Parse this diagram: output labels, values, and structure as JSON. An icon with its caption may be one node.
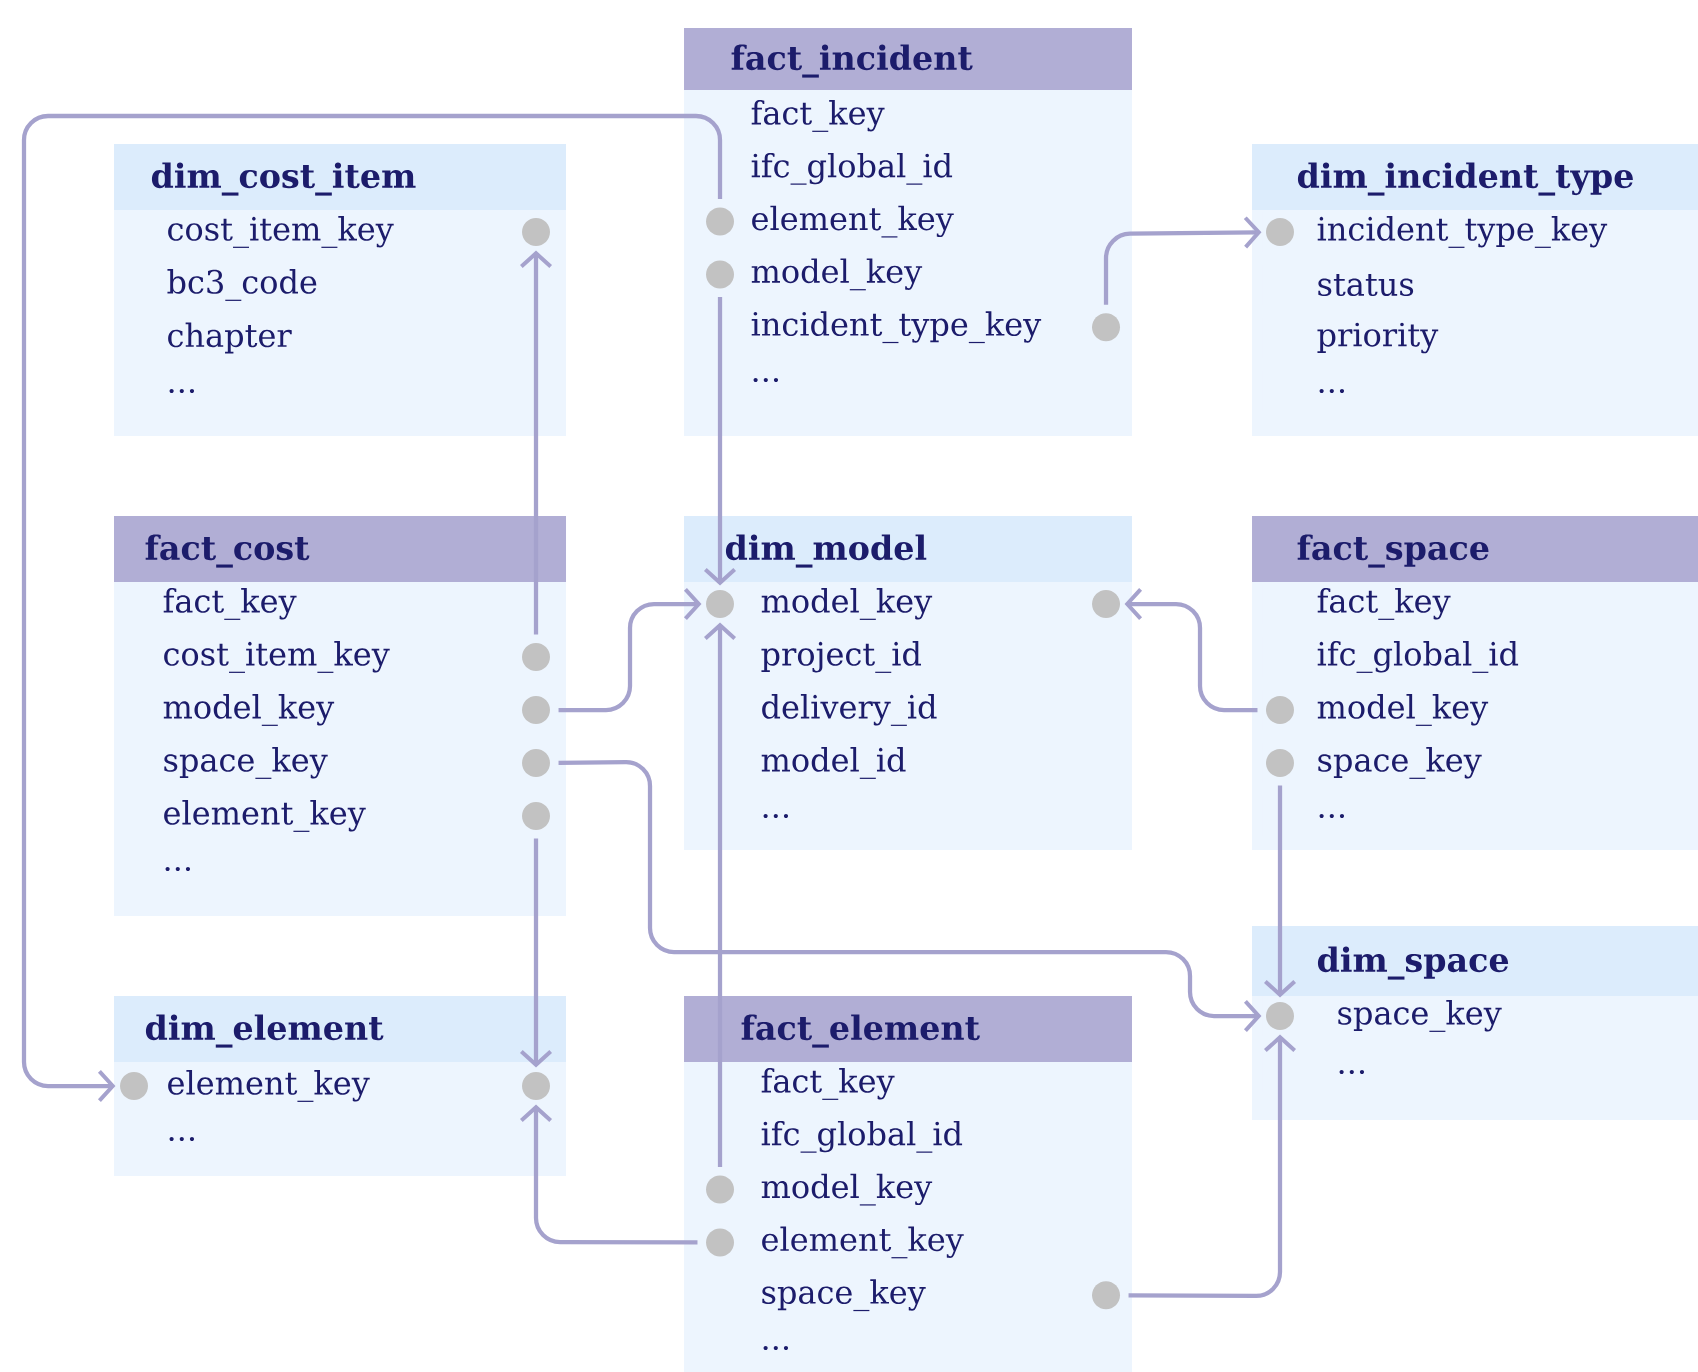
{
  "diagram": {
    "nodes": [
      {
        "text": [
          "fact_incident"
        ]
      },
      {
        "text": [
          "fact_key"
        ],
        "in": 0
      },
      {
        "text": [
          "ifc_global_id"
        ],
        "in": 0
      },
      {
        "text": [
          "element_key"
        ],
        "in": 0
      },
      {
        "text": [
          "model_key"
        ],
        "in": 0
      },
      {
        "text": [
          "incident_type_key"
        ],
        "in": 0
      },
      {
        "text": [
          "..."
        ],
        "in": 0
      },
      {
        "text": [
          "dim_cost_item"
        ]
      },
      {
        "text": [
          "cost_item_key"
        ],
        "in": 7
      },
      {
        "text": [
          "bc3_code"
        ],
        "in": 7
      },
      {
        "text": [
          "chapter"
        ],
        "in": 7
      },
      {
        "text": [
          "..."
        ],
        "in": 7
      },
      {
        "text": [
          "dim_incident_type"
        ]
      },
      {
        "text": [
          "incident_type_key"
        ],
        "in": 12
      },
      {
        "text": [
          "status"
        ],
        "in": 12
      },
      {
        "text": [
          "priority"
        ],
        "in": 12
      },
      {
        "text": [
          "..."
        ],
        "in": 12
      },
      {
        "text": [
          "fact_cost"
        ]
      },
      {
        "text": [
          "fact_key"
        ],
        "in": 17
      },
      {
        "text": [
          "cost_item_key"
        ],
        "in": 17
      },
      {
        "text": [
          "model_key"
        ],
        "in": 17
      },
      {
        "text": [
          "space_key"
        ],
        "in": 17
      },
      {
        "text": [
          "element_key"
        ],
        "in": 17
      },
      {
        "text": [
          "..."
        ],
        "in": 17
      },
      {
        "text": [
          "dim_model"
        ]
      },
      {
        "text": [
          "model_key"
        ],
        "in": 24
      },
      {
        "text": [
          "project_id"
        ],
        "in": 24
      },
      {
        "text": [
          "delivery_id"
        ],
        "in": 24
      },
      {
        "text": [
          "model_id"
        ],
        "in": 24
      },
      {
        "text": [
          "..."
        ],
        "in": 24
      },
      {
        "text": [
          "fact_space"
        ]
      },
      {
        "text": [
          "fact_key"
        ],
        "in": 30
      },
      {
        "text": [
          "ifc_global_id"
        ],
        "in": 30
      },
      {
        "text": [
          "model_key"
        ],
        "in": 30
      },
      {
        "text": [
          "space_key"
        ],
        "in": 30
      },
      {
        "text": [
          "..."
        ],
        "in": 30
      },
      {
        "text": [
          "dim_space"
        ]
      },
      {
        "text": [
          "space_key"
        ],
        "in": 36
      },
      {
        "text": [
          "..."
        ],
        "in": 36
      },
      {
        "text": [
          "dim_element"
        ]
      },
      {
        "text": [
          "element_key"
        ],
        "in": 39
      },
      {
        "text": [
          "..."
        ],
        "in": 39
      },
      {
        "text": [
          "fact_element"
        ]
      },
      {
        "text": [
          "fact_key"
        ],
        "in": 42
      },
      {
        "text": [
          "ifc_global_id"
        ],
        "in": 42
      },
      {
        "text": [
          "model_key"
        ],
        "in": 42
      },
      {
        "text": [
          "element_key"
        ],
        "in": 42
      },
      {
        "text": [
          "space_key"
        ],
        "in": 42
      },
      {
        "text": [
          "..."
        ],
        "in": 42
      },
      {
        "text": [],
        "shape": "circle",
        "in": 3
      },
      {
        "text": [],
        "shape": "circle",
        "in": 4
      },
      {
        "text": [],
        "shape": "circle",
        "in": 5
      },
      {
        "text": [],
        "shape": "circle",
        "in": 8
      },
      {
        "text": [],
        "shape": "circle",
        "in": 13
      },
      {
        "text": [],
        "shape": "circle",
        "in": 19
      },
      {
        "text": [],
        "shape": "circle",
        "in": 20
      },
      {
        "text": [],
        "shape": "circle",
        "in": 21
      },
      {
        "text": [],
        "shape": "circle",
        "in": 22
      },
      {
        "text": [],
        "shape": "circle",
        "in": 25
      },
      {
        "text": [],
        "shape": "circle",
        "in": 25
      },
      {
        "text": [],
        "shape": "circle",
        "in": 33
      },
      {
        "text": [],
        "shape": "circle",
        "in": 34
      },
      {
        "text": [],
        "shape": "circle",
        "in": 37
      },
      {
        "text": [],
        "shape": "circle",
        "in": 40
      },
      {
        "text": [],
        "shape": "circle",
        "in": 40
      },
      {
        "text": [],
        "shape": "circle",
        "in": 45
      },
      {
        "text": [],
        "shape": "circle",
        "in": 46
      },
      {
        "text": [],
        "shape": "circle",
        "in": 47
      }
    ],
    "edges": [
      {
        "from": 49,
        "to": 63,
        "arrow": "to"
      },
      {
        "from": 50,
        "to": 58,
        "arrow": "to"
      },
      {
        "from": 51,
        "to": 53,
        "arrow": "to"
      },
      {
        "from": 54,
        "to": 52,
        "arrow": "to"
      },
      {
        "from": 55,
        "to": 58,
        "arrow": "to"
      },
      {
        "from": 56,
        "to": 62,
        "arrow": "to"
      },
      {
        "from": 57,
        "to": 64,
        "arrow": "to"
      },
      {
        "from": 60,
        "to": 59,
        "arrow": "to"
      },
      {
        "from": 61,
        "to": 62,
        "arrow": "to"
      },
      {
        "from": 65,
        "to": 58,
        "arrow": "to"
      },
      {
        "from": 66,
        "to": 64,
        "arrow": "to"
      },
      {
        "from": 67,
        "to": 62,
        "arrow": "to"
      }
    ]
  }
}
